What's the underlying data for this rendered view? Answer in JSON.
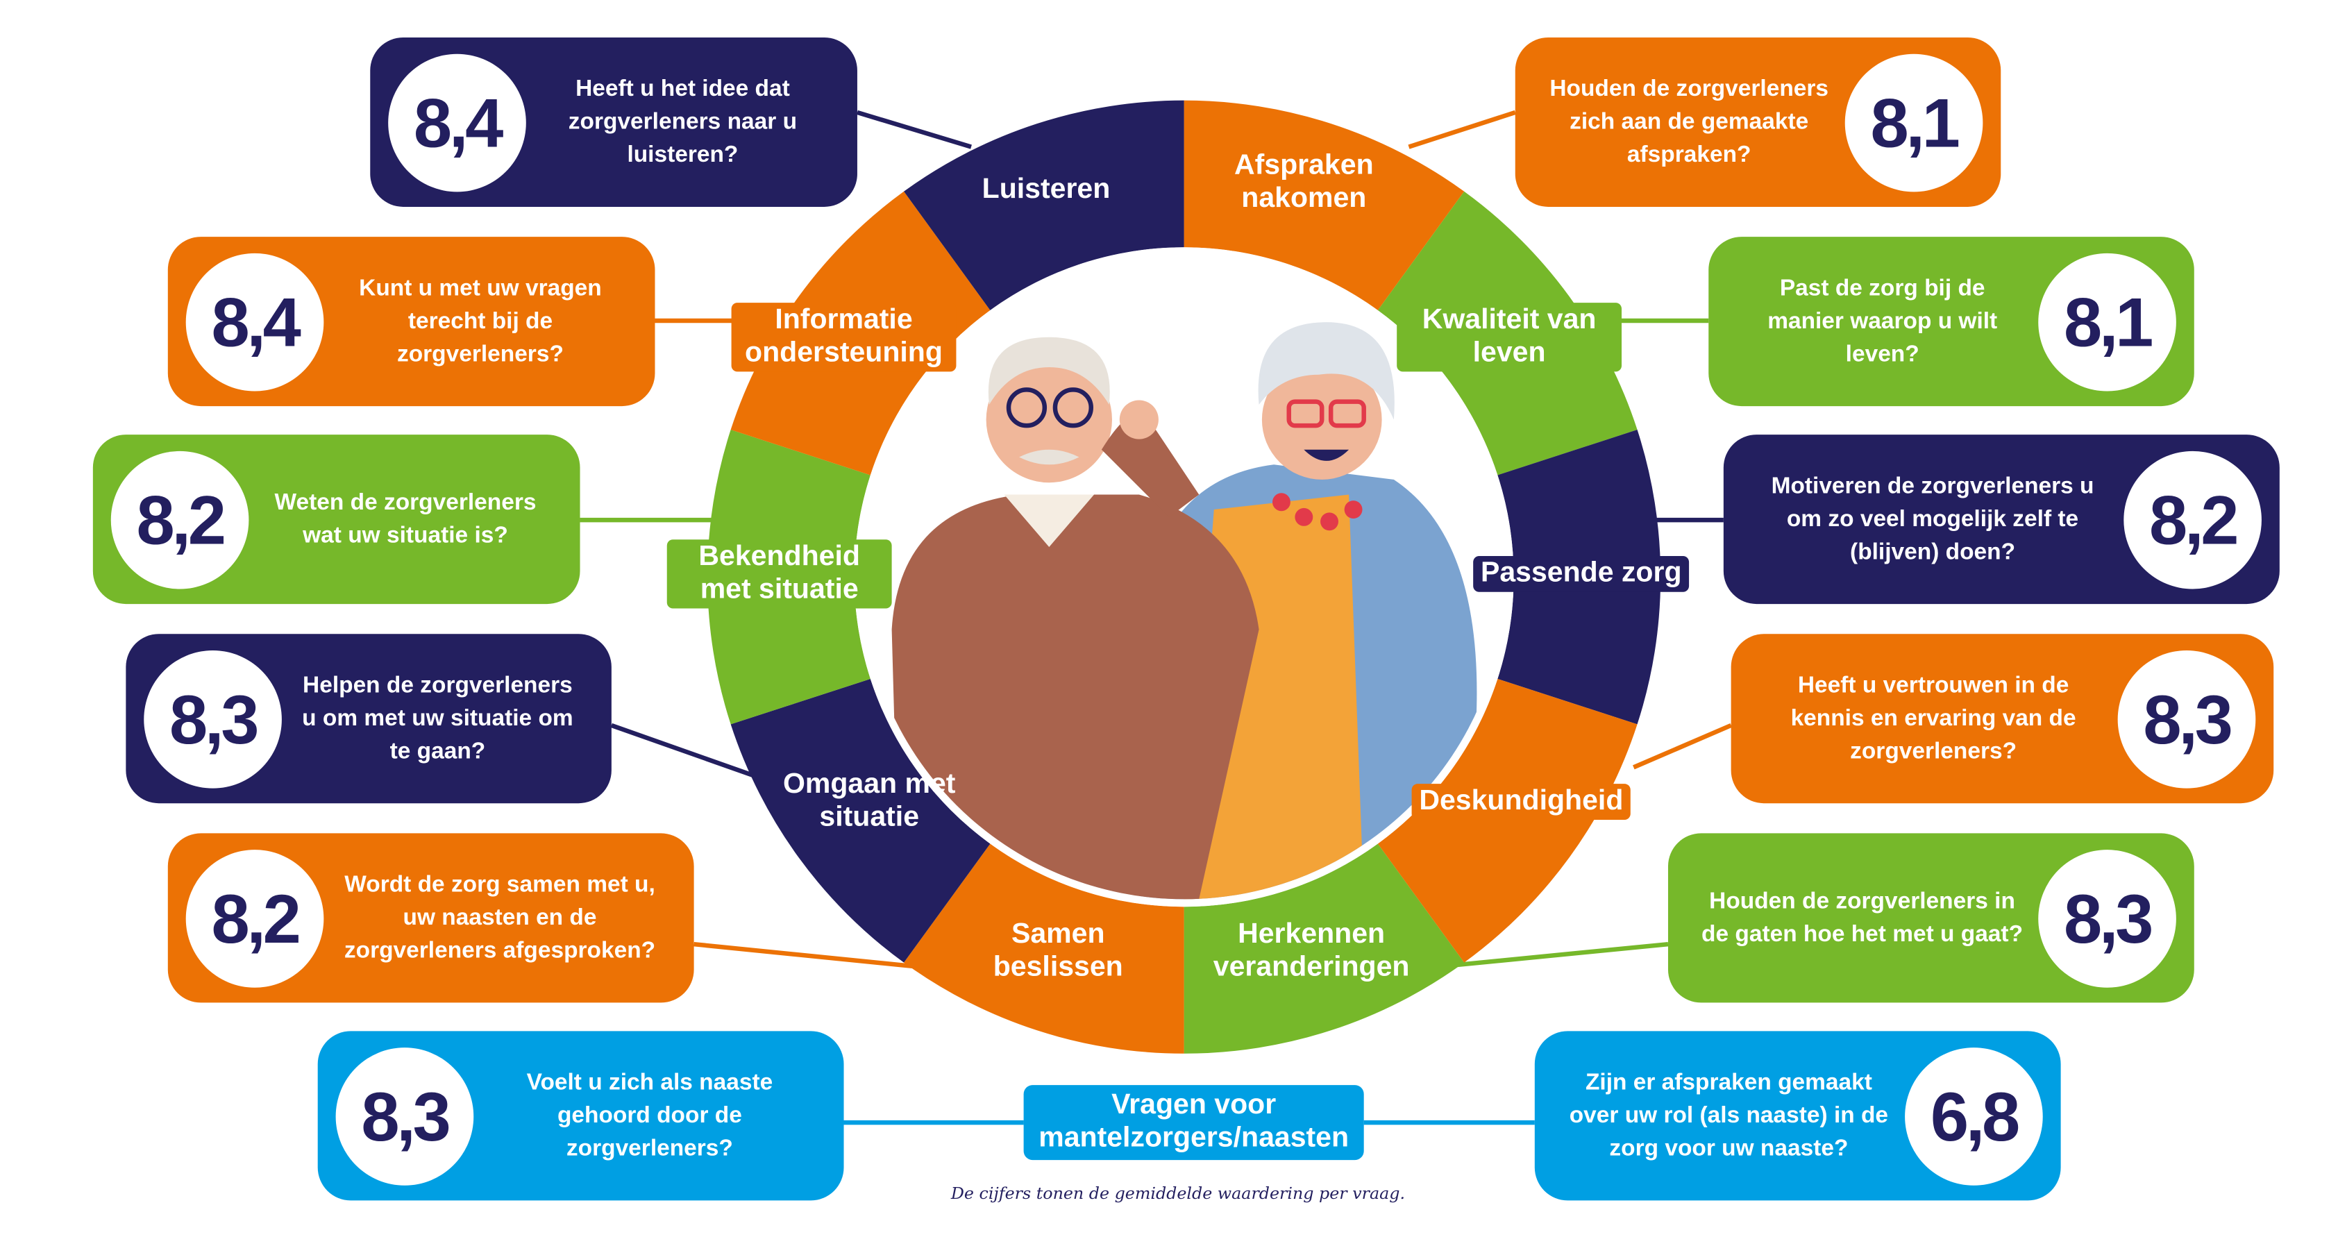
{
  "colors": {
    "navy": "#231f5f",
    "orange": "#ec7205",
    "green": "#76b82a",
    "blue": "#009fe3"
  },
  "ring_segments": [
    {
      "label": "Afspraken nakomen",
      "color": "#ec7205"
    },
    {
      "label": "Kwaliteit van leven",
      "color": "#76b82a"
    },
    {
      "label": "Passende zorg",
      "color": "#231f5f"
    },
    {
      "label": "Deskundigheid",
      "color": "#ec7205"
    },
    {
      "label": "Herkennen veranderingen",
      "color": "#76b82a"
    },
    {
      "label": "Samen beslissen",
      "color": "#ec7205"
    },
    {
      "label": "Omgaan met situatie",
      "color": "#231f5f"
    },
    {
      "label": "Bekendheid met situatie",
      "color": "#76b82a"
    },
    {
      "label": "Informatie ondersteuning",
      "color": "#ec7205"
    },
    {
      "label": "Luisteren",
      "color": "#231f5f"
    }
  ],
  "cards_left": [
    {
      "score": "8,4",
      "question": "Heeft u het idee dat zorgverleners naar u luisteren?"
    },
    {
      "score": "8,4",
      "question": "Kunt u met uw vragen terecht bij de zorgverleners?"
    },
    {
      "score": "8,2",
      "question": "Weten de zorgverleners wat uw situatie is?"
    },
    {
      "score": "8,3",
      "question": "Helpen de zorgverleners u om met uw situatie om te gaan?"
    },
    {
      "score": "8,2",
      "question": "Wordt de zorg samen met u, uw naasten en de zorgverleners afgesproken?"
    },
    {
      "score": "8,3",
      "question": "Voelt u zich als naaste gehoord door de zorgverleners?"
    }
  ],
  "cards_right": [
    {
      "score": "8,1",
      "question": "Houden de zorgverleners zich aan de gemaakte afspraken?"
    },
    {
      "score": "8,1",
      "question": "Past de zorg bij de manier waarop u wilt leven?"
    },
    {
      "score": "8,2",
      "question": "Motiveren de zorgverleners u om zo veel mogelijk zelf te (blijven) doen?"
    },
    {
      "score": "8,3",
      "question": "Heeft u vertrouwen in de kennis en ervaring van de zorgverleners?"
    },
    {
      "score": "8,3",
      "question": "Houden de zorgverleners in de gaten hoe het met u gaat?"
    },
    {
      "score": "6,8",
      "question": "Zijn er afspraken gemaakt over uw rol (als naaste) in de zorg voor uw naaste?"
    }
  ],
  "center_label": "Vragen voor mantelzorgers/naasten",
  "footnote": "De cijfers tonen de gemiddelde waardering per vraag."
}
